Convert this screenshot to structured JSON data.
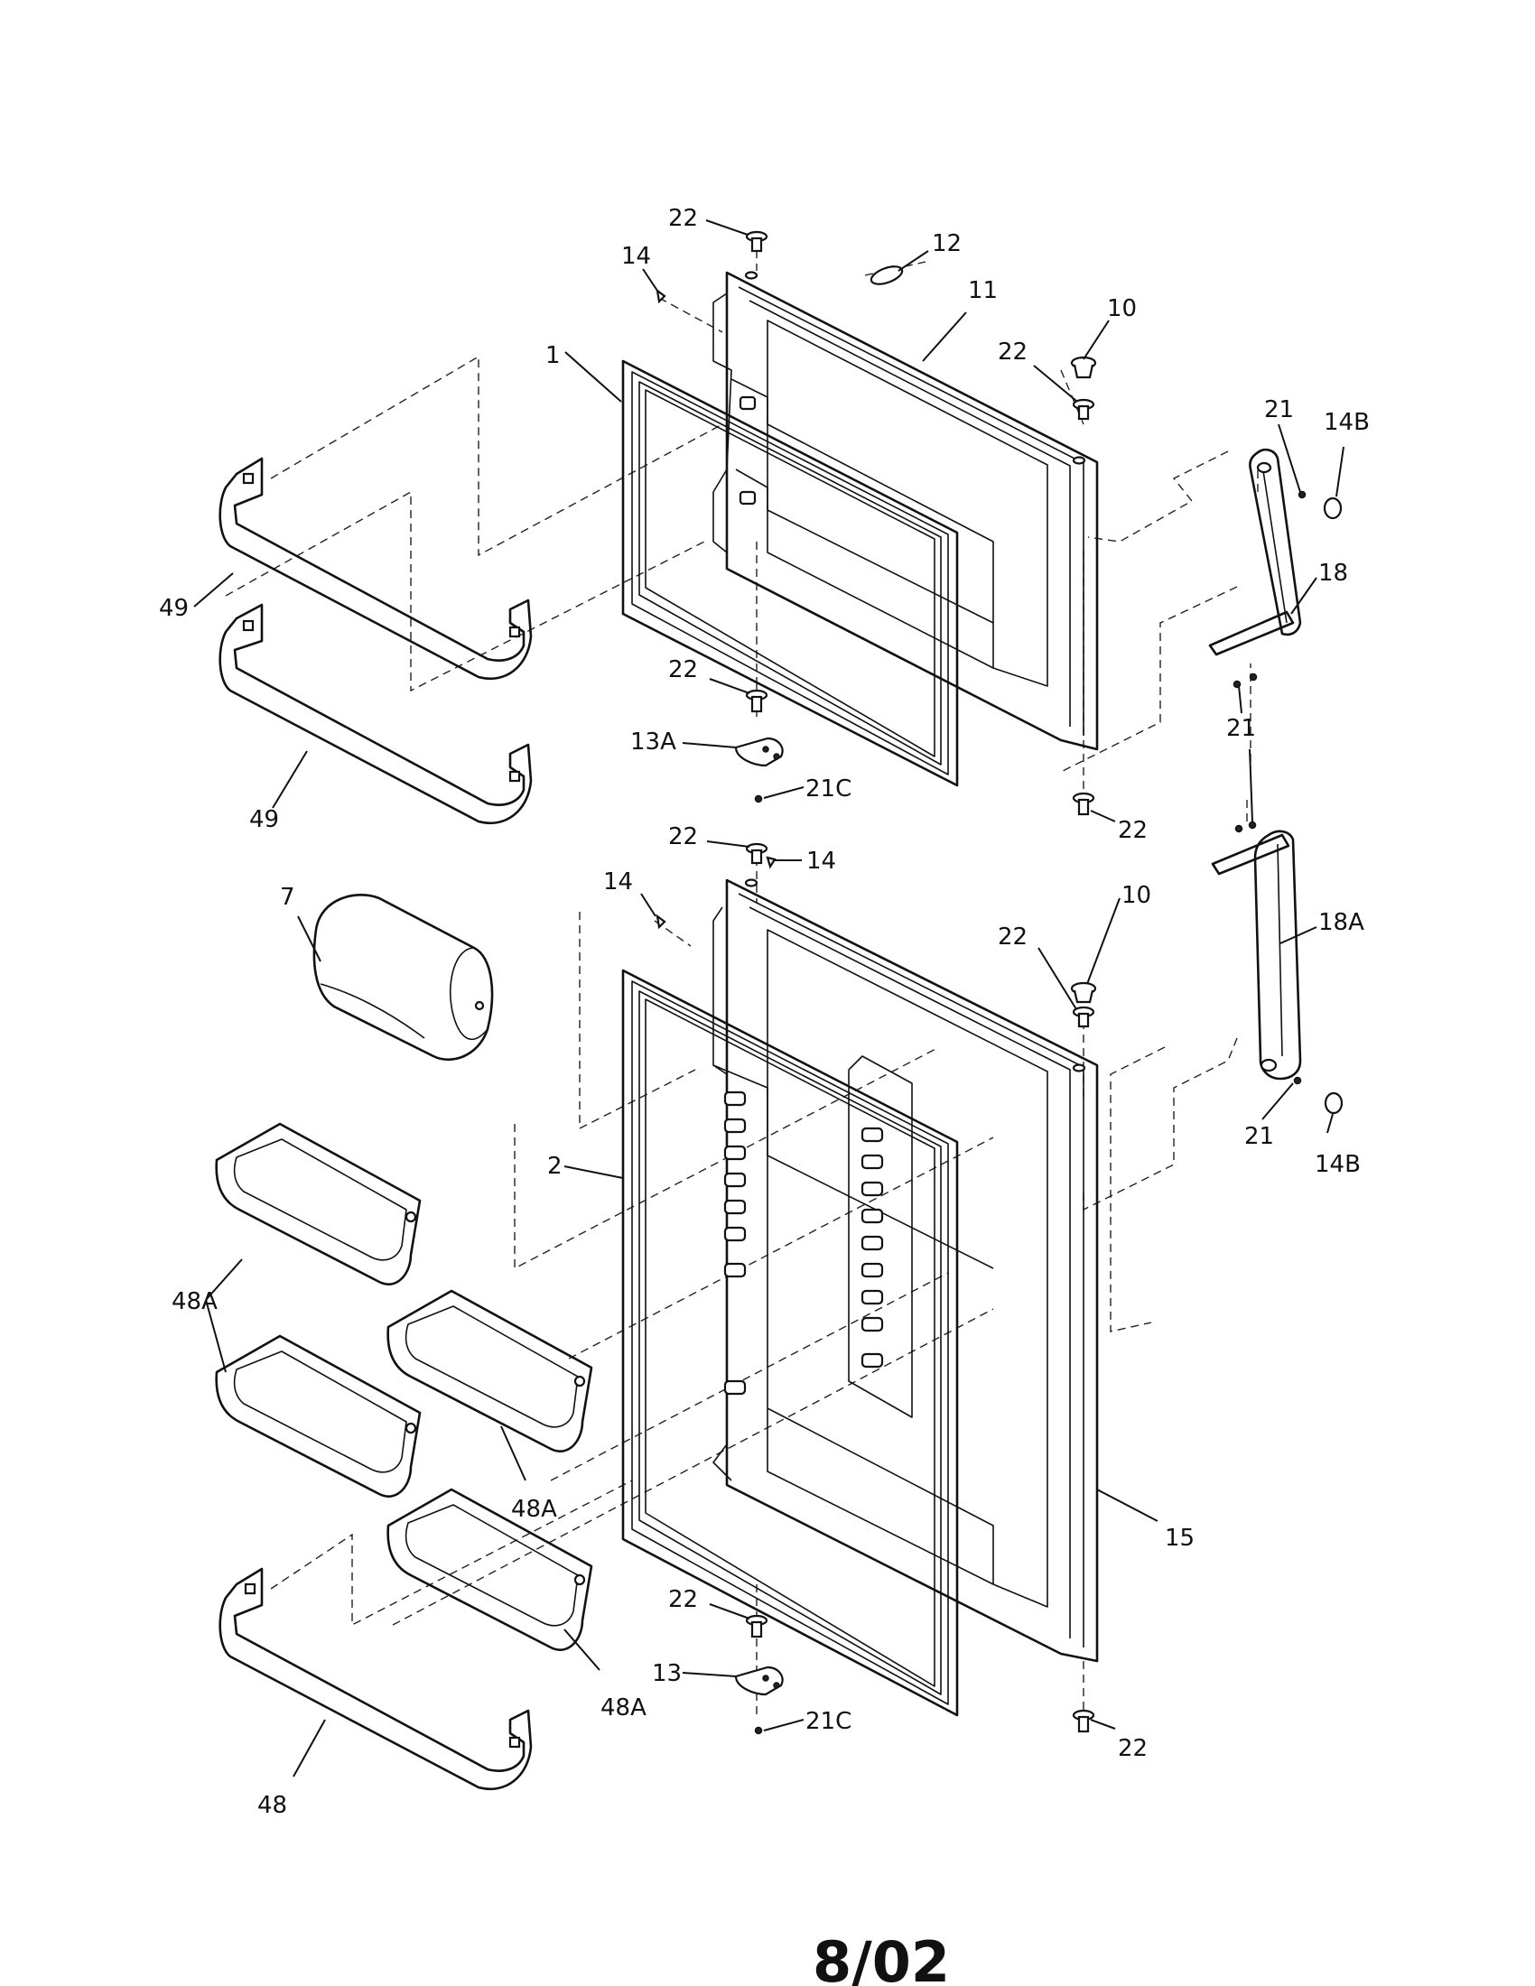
{
  "labels": {
    "l22a": "22",
    "l14a": "14",
    "l12": "12",
    "l11": "11",
    "l10a": "10",
    "l22b": "22",
    "l1": "1",
    "l21a": "21",
    "l14Ba": "14B",
    "l18": "18",
    "l49a": "49",
    "l49b": "49",
    "l22c": "22",
    "l13A": "13A",
    "l21Ca": "21C",
    "l21b": "21",
    "l22d": "22",
    "l22e": "22",
    "l14b": "14",
    "l14c": "14",
    "l10b": "10",
    "l22f": "22",
    "l18A": "18A",
    "l7": "7",
    "l21c": "21",
    "l14Bb": "14B",
    "l2": "2",
    "l48Aa": "48A",
    "l48Ab": "48A",
    "l15": "15",
    "l22g": "22",
    "l13": "13",
    "l48Ac": "48A",
    "l21Cb": "21C",
    "l22h": "22",
    "l48": "48"
  },
  "footer": {
    "date_code": "8/02"
  }
}
